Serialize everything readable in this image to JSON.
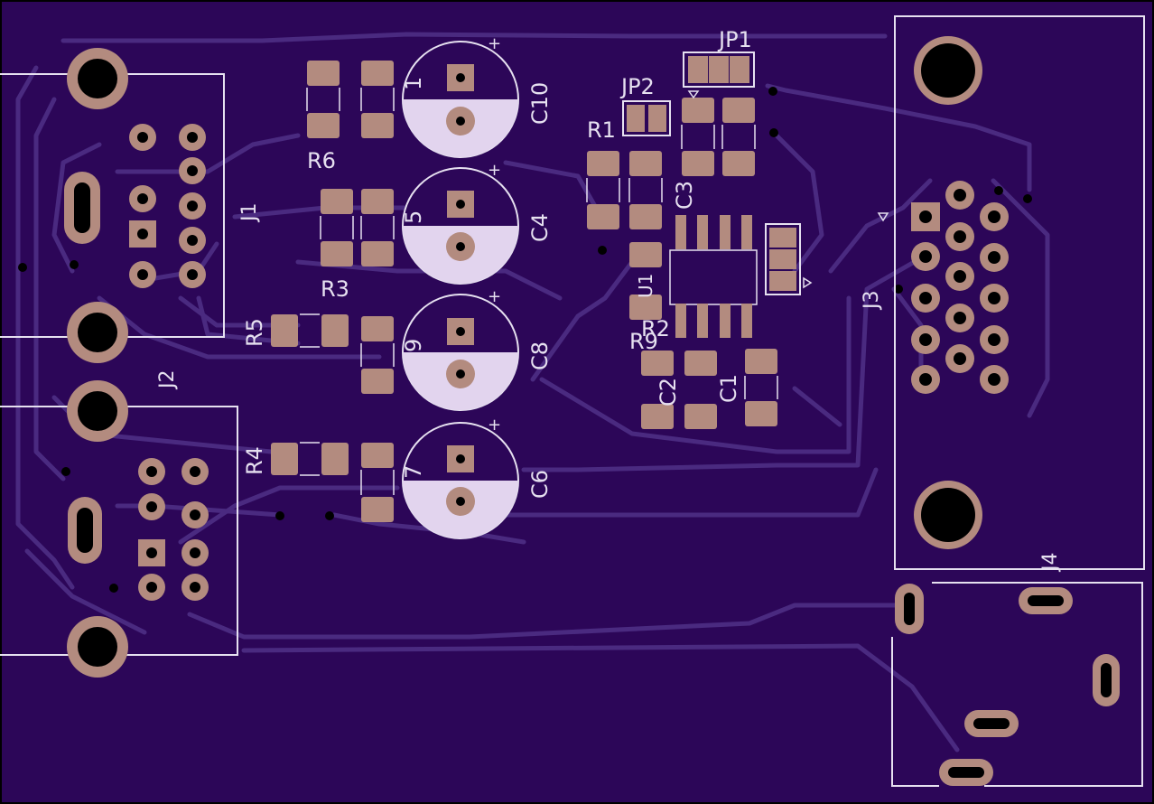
{
  "colors": {
    "board": "#2c0658",
    "trace": "#4a2a80",
    "silk": "#e6e0f0",
    "pad": "#b38b7f",
    "hole": "#000000",
    "cap_fill": "#e2d4ee"
  },
  "labels": {
    "jp1": "JP1",
    "jp2": "JP2",
    "r1": "R1",
    "r6": "R6",
    "r3": "R3",
    "r5": "R5",
    "r4": "R4",
    "r2": "R2",
    "r9": "R9",
    "c10": "C10",
    "c4": "C4",
    "c8": "C8",
    "c6": "C6",
    "c3": "C3",
    "c2": "C2",
    "c1": "C1",
    "c11_partial": "1",
    "c5_partial": "5",
    "c9_partial": "9",
    "c7_partial": "7",
    "u1": "U1",
    "j1": "J1",
    "j2": "J2",
    "j3": "J3",
    "j4": "J4",
    "plus": "+"
  }
}
